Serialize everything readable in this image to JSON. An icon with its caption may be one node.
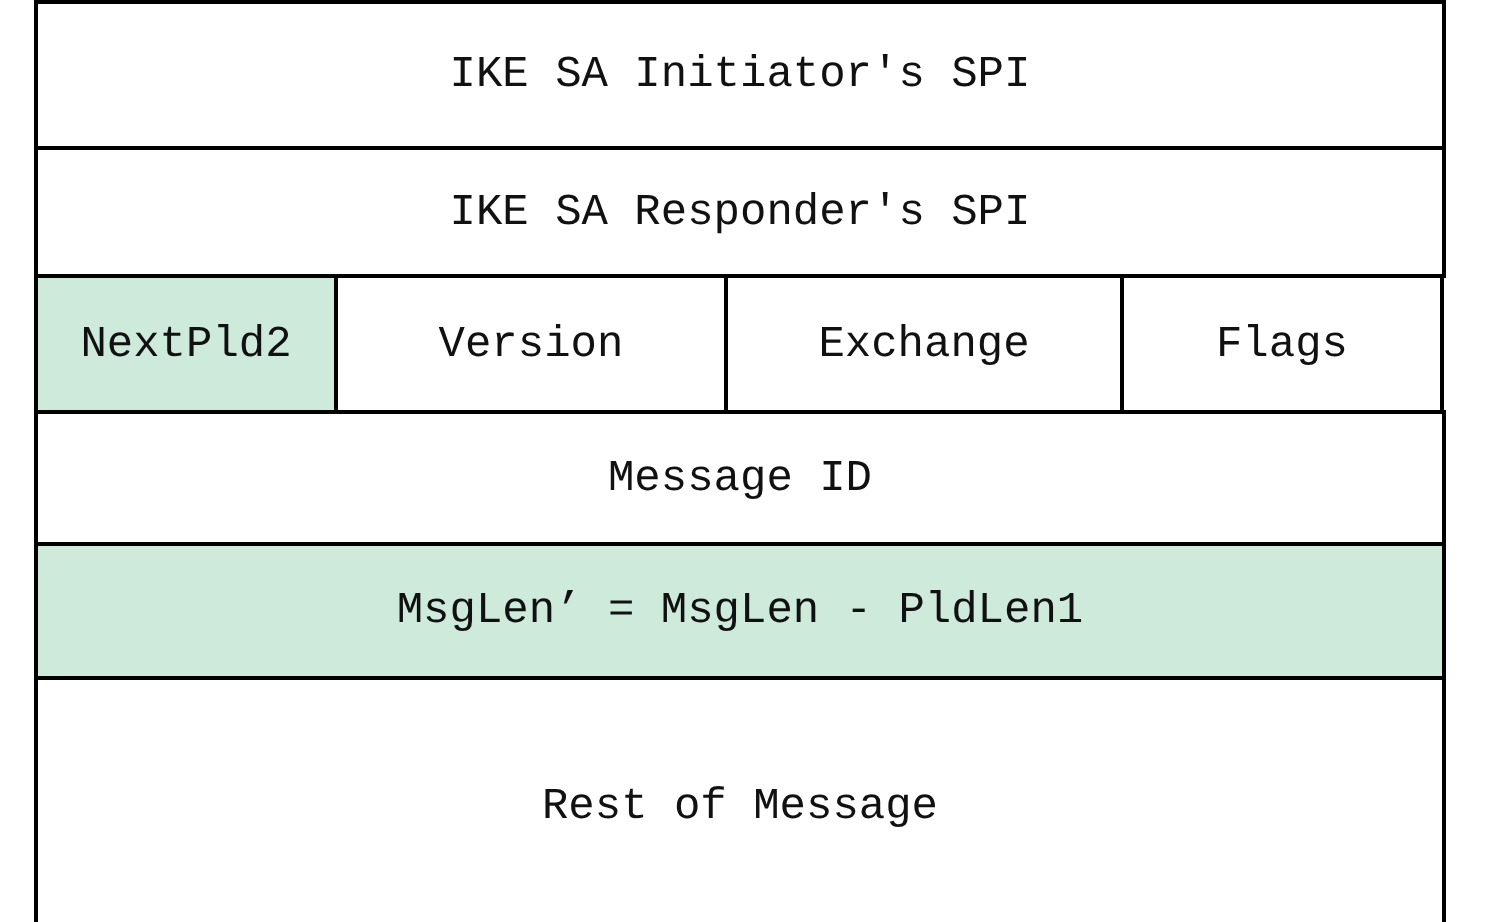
{
  "diagram": {
    "nodes": [
      {
        "text": [
          "IKE SA Initiator's SPI"
        ]
      },
      {
        "text": [
          "IKE SA Responder's SPI"
        ]
      },
      {
        "text": [
          "NextPld2"
        ]
      },
      {
        "text": [
          "Version"
        ]
      },
      {
        "text": [
          "Exchange"
        ]
      },
      {
        "text": [
          "Flags"
        ]
      },
      {
        "text": [
          "Message ID"
        ]
      },
      {
        "text": [
          "MsgLen’ = MsgLen - PldLen1"
        ]
      },
      {
        "text": [
          "Rest of Message"
        ]
      }
    ]
  }
}
